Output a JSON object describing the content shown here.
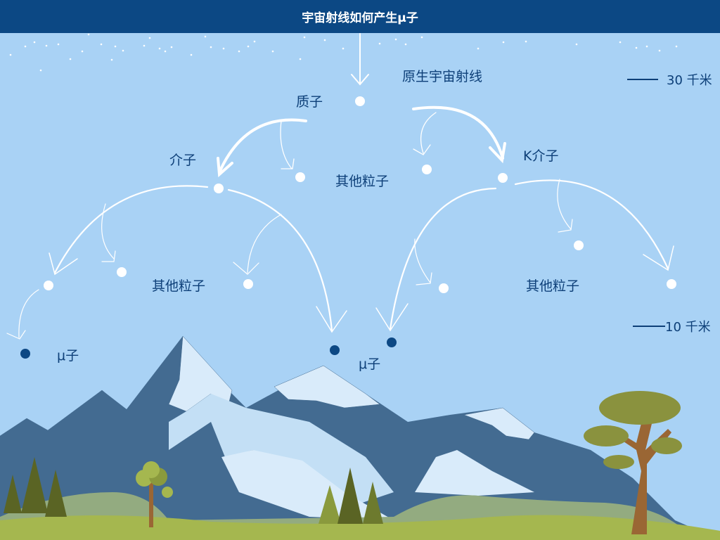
{
  "header": {
    "title": "宇宙射线如何产生μ子"
  },
  "labels": {
    "primary_cosmic_ray": "原生宇宙射线",
    "proton": "质子",
    "pion": "介子",
    "kaon": "K介子",
    "other_particles_top": "其他粒子",
    "other_particles_left": "其他粒子",
    "other_particles_right": "其他粒子",
    "muon_left": "μ子",
    "muon_center": "μ子"
  },
  "altitudes": {
    "high": "30 千米",
    "low": "10 千米"
  },
  "colors": {
    "header_bg": "#0c4884",
    "sky": "#a9d2f5",
    "text": "#0d3f78",
    "particle": "#ffffff",
    "muon": "#0c4884",
    "mountain_dark": "#436b91",
    "mountain_snow": "#d9ebfa",
    "mountain_light": "#c3dff5",
    "grass": "#a5b74f",
    "hill": "#93ab80",
    "tree_trunk": "#9a6634",
    "tree_foliage": "#8a923e",
    "pine": "#5a6424"
  }
}
